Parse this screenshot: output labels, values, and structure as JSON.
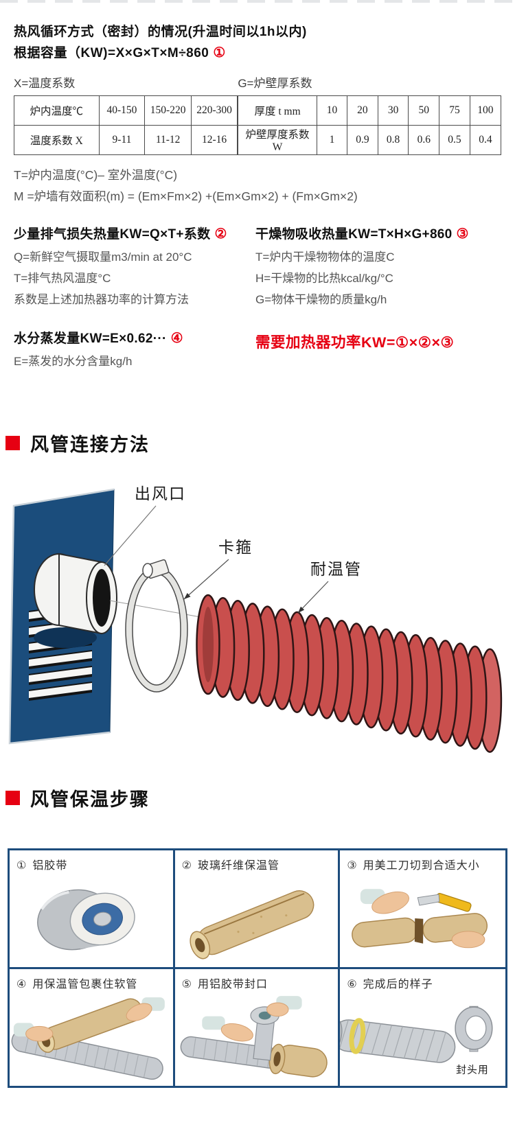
{
  "colors": {
    "accent_red": "#e60012",
    "panel_blue": "#1b4d7c",
    "pipe_red": "#c94f4d",
    "grid_border": "#1d4c7c",
    "table_border": "#4a4a4a"
  },
  "intro": {
    "line1": "热风循环方式（密封）的情况(升温时间以1h以内)",
    "line2": "根据容量（KW)=X×G×T×M÷860",
    "badge": "①"
  },
  "x_table": {
    "title": "X=温度系数",
    "rows": [
      [
        "炉内温度℃",
        "40-150",
        "150-220",
        "220-300"
      ],
      [
        "温度系数 X",
        "9-11",
        "11-12",
        "12-16"
      ]
    ]
  },
  "g_table": {
    "title": "G=炉壁厚系数",
    "rows": [
      [
        "厚度 t mm",
        "10",
        "20",
        "30",
        "50",
        "75",
        "100"
      ],
      [
        "炉壁厚度系数 W",
        "1",
        "0.9",
        "0.8",
        "0.6",
        "0.5",
        "0.4"
      ]
    ]
  },
  "formulas": {
    "t_line": "T=炉内温度(°C)– 室外温度(°C)",
    "m_line": "M =炉墙有效面积(m) = (Em×Fm×2) +(Em×Gm×2) + (Fm×Gm×2)"
  },
  "exhaust": {
    "title": "少量排气损失热量KW=Q×T+系数",
    "badge": "②",
    "lines": [
      "Q=新鲜空气摄取量m3/min at 20°C",
      "T=排气热风温度°C",
      "系数是上述加热器功率的计算方法"
    ]
  },
  "drying": {
    "title": "干燥物吸收热量KW=T×H×G+860",
    "badge": "③",
    "lines": [
      "T=炉内干燥物物体的温度C",
      "H=干燥物的比热kcal/kg/°C",
      "G=物体干燥物的质量kg/h"
    ]
  },
  "evaporation": {
    "title": "水分蒸发量KW=E×0.62···",
    "badge": "④",
    "line": "E=蒸发的水分含量kg/h"
  },
  "power_summary": {
    "text": "需要加热器功率KW=①×②×③"
  },
  "sections": {
    "connection": "风管连接方法",
    "insulation": "风管保温步骤"
  },
  "diagram": {
    "labels": {
      "outlet": "出风口",
      "clamp": "卡箍",
      "pipe": "耐温管"
    }
  },
  "steps": [
    {
      "num": "①",
      "label": "铝胶带"
    },
    {
      "num": "②",
      "label": "玻璃纤维保温管"
    },
    {
      "num": "③",
      "label": "用美工刀切到合适大小"
    },
    {
      "num": "④",
      "label": "用保温管包裹住软管"
    },
    {
      "num": "⑤",
      "label": "用铝胶带封口"
    },
    {
      "num": "⑥",
      "label": "完成后的样子",
      "extra": "封头用"
    }
  ]
}
